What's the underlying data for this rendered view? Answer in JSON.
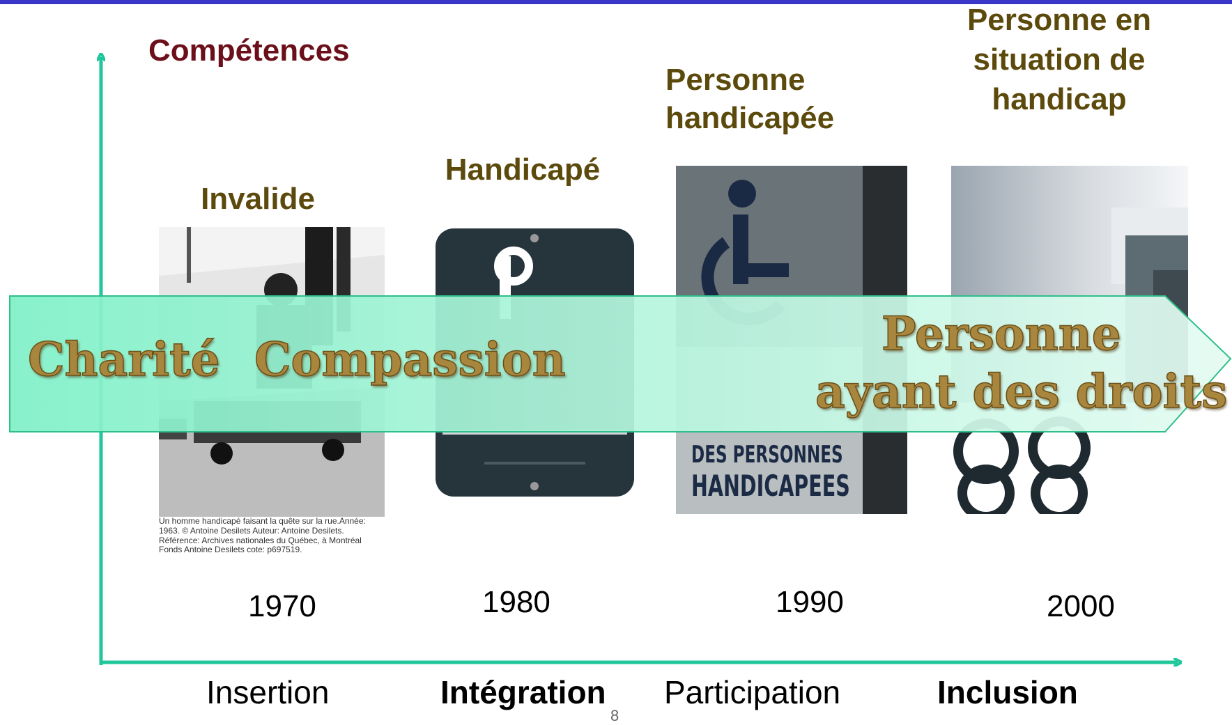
{
  "y_axis": {
    "title": "Compétences"
  },
  "terms": [
    {
      "label": "Invalide"
    },
    {
      "label": "Handicapé"
    },
    {
      "label": "Personne handicapée"
    },
    {
      "label": "Personne en situation de handicap"
    }
  ],
  "years": [
    "1970",
    "1980",
    "1990",
    "2000"
  ],
  "phases": [
    "Insertion",
    "Intégration",
    "Participation",
    "Inclusion"
  ],
  "attitudes": {
    "charite": "Charité",
    "compassion": "Compassion",
    "droits_line1": "Personne",
    "droits_line2": "ayant des droits"
  },
  "photo1_caption": "Un homme handicapé faisant la quête sur la rue.Année: 1963. © Antoine Desilets Auteur: Antoine Desilets. Référence: Archives nationales du Québec, à Montréal Fonds Antoine Desilets cote: p697519.",
  "photo3_sign": {
    "line1": "DES PERSONNES",
    "line2": "HANDICAPEES"
  },
  "page_number": "8",
  "colors": {
    "top_bar": "#3a36c8",
    "axis": "#1fc79a",
    "y_title": "#6b0f1a",
    "term_label": "#5c4a0c",
    "banner_fill_start": "#7ff0c8",
    "banner_fill_end": "#e4fbf2",
    "banner_stroke": "#2fbf8a",
    "attitude_text": "#a8863e"
  }
}
